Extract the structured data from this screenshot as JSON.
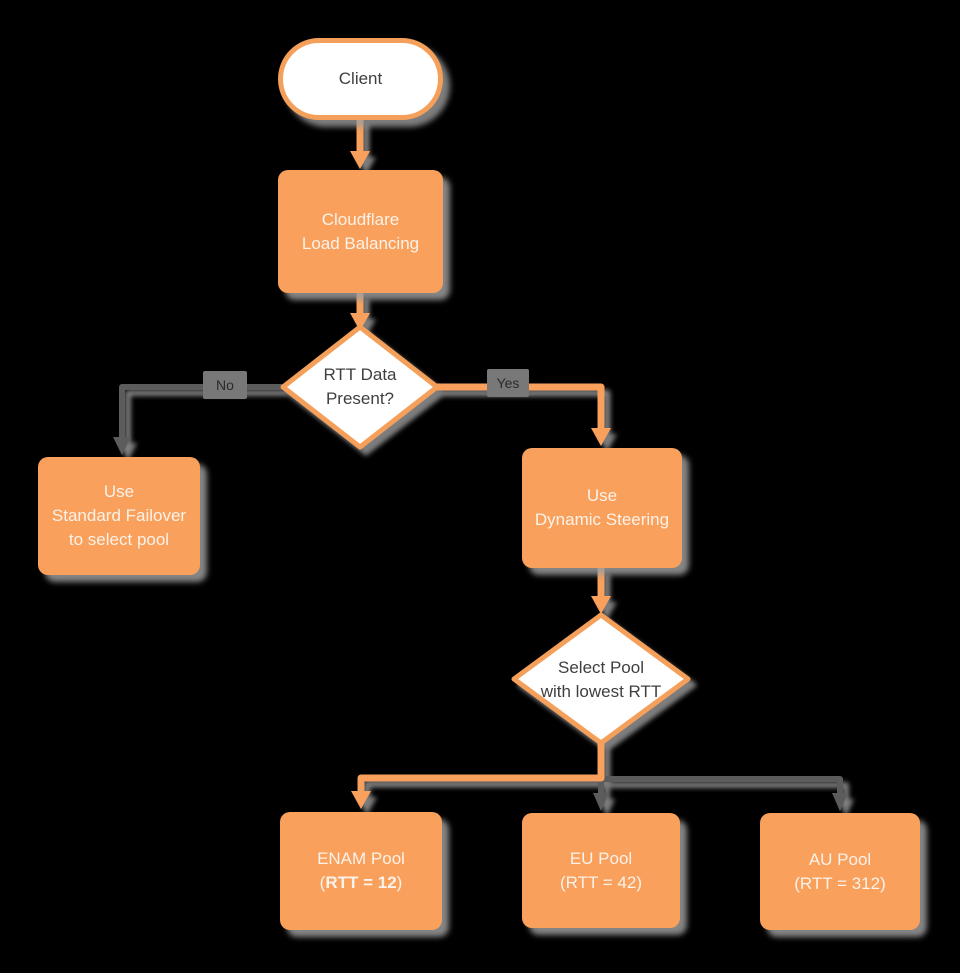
{
  "colors": {
    "orange": "#F9A05C",
    "orange_border": "#F5A05A",
    "line_gray": "#5C5C5C",
    "shadow_gray": "#9C9C9C",
    "text_dark": "#3F3F3F",
    "text_light": "#FBF2E9",
    "label_bg": "#787878",
    "label_text": "#2A2A2A"
  },
  "nodes": {
    "client": {
      "label": "Client"
    },
    "load_balancing": {
      "line1": "Cloudflare",
      "line2": "Load Balancing"
    },
    "rtt_decision": {
      "line1": "RTT Data",
      "line2": "Present?"
    },
    "standard_failover": {
      "line1": "Use",
      "line2": "Standard Failover",
      "line3": "to select pool"
    },
    "dynamic_steering": {
      "line1": "Use",
      "line2": "Dynamic Steering"
    },
    "select_pool": {
      "line1": "Select Pool",
      "line2": "with lowest RTT"
    },
    "enam_pool": {
      "line1": "ENAM Pool",
      "line2_open": "(",
      "line2_bold": "RTT = 12",
      "line2_close": ")"
    },
    "eu_pool": {
      "line1": "EU Pool",
      "line2": "(RTT = 42)"
    },
    "au_pool": {
      "line1": "AU Pool",
      "line2": "(RTT = 312)"
    }
  },
  "edge_labels": {
    "no": "No",
    "yes": "Yes"
  }
}
